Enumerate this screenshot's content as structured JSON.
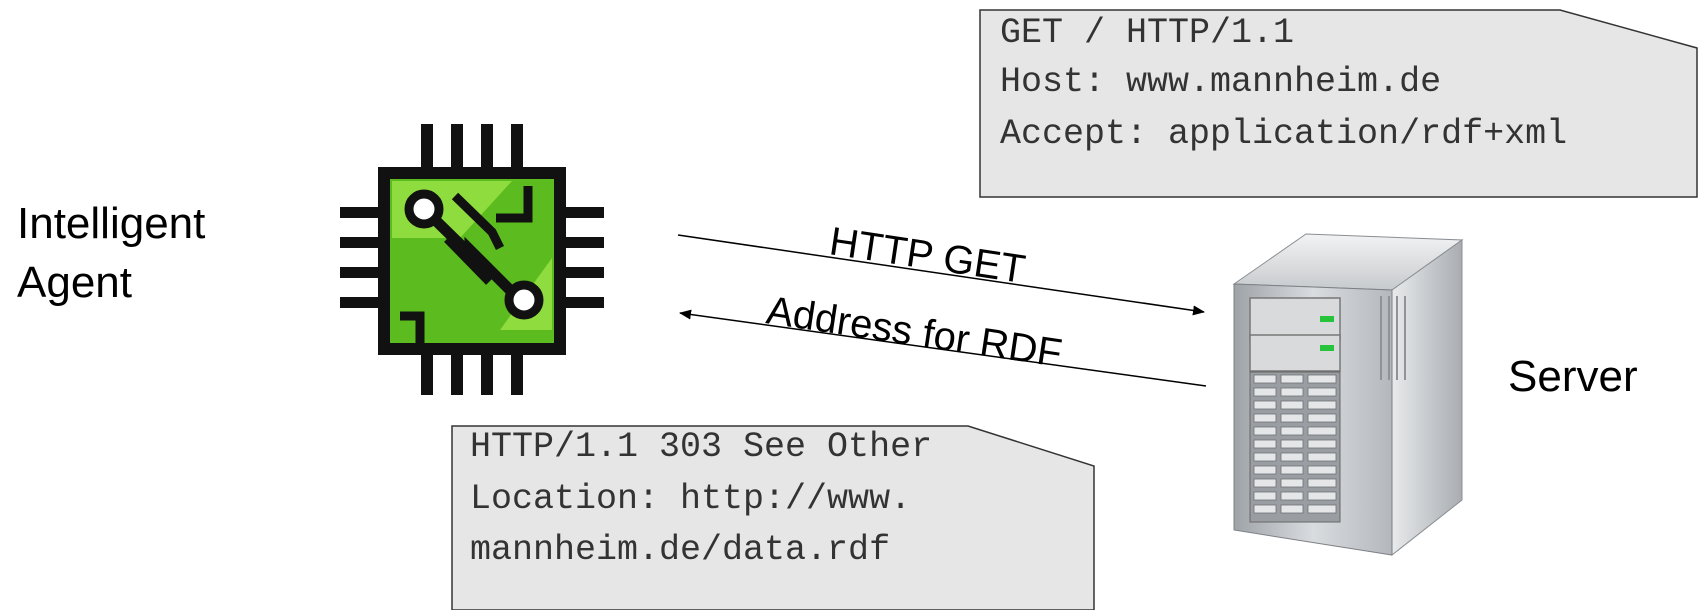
{
  "agent": {
    "label_line1": "Intelligent",
    "label_line2": "Agent",
    "icon": "circuit-chip-icon"
  },
  "server": {
    "label": "Server",
    "icon": "server-tower-icon"
  },
  "arrows": {
    "request_label": "HTTP GET",
    "response_label": "Address for RDF"
  },
  "request_note": {
    "line1": "GET / HTTP/1.1",
    "line2": "Host: www.mannheim.de",
    "line3": "Accept: application/rdf+xml"
  },
  "response_note": {
    "line1": "HTTP/1.1 303 See Other",
    "line2": "Location: http://www.",
    "line3": "mannheim.de/data.rdf"
  },
  "colors": {
    "chip_green": "#5cbb1f",
    "chip_light_green": "#8fdc3e",
    "note_fill": "#e6e6e6",
    "note_border": "#333333",
    "server_silver": "#c9ccd0"
  }
}
